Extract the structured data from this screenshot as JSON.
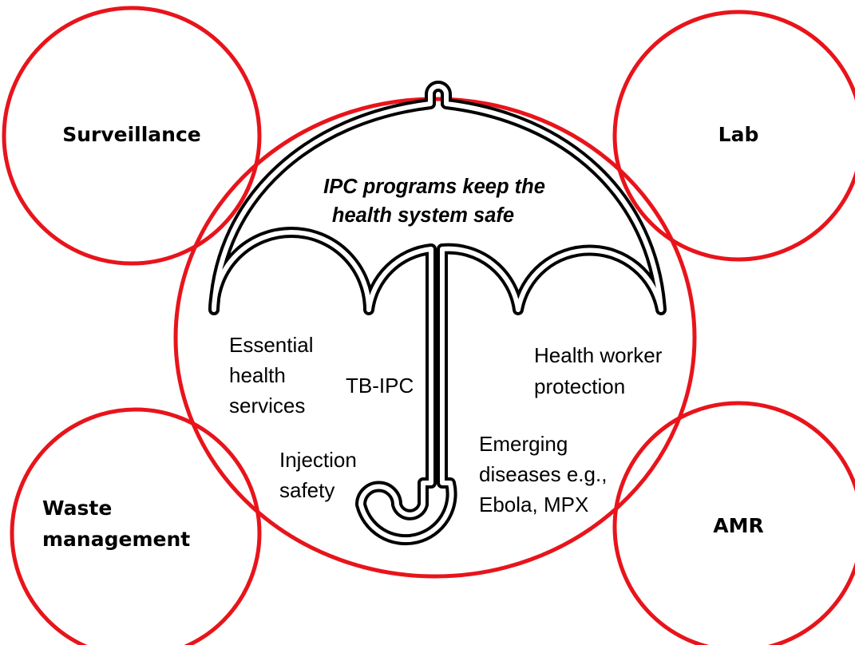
{
  "colors": {
    "circle_stroke": "#e8141b",
    "umbrella_outer": "#000000",
    "umbrella_inner": "#ffffff",
    "text": "#000000",
    "background": "#ffffff"
  },
  "umbrella": {
    "title_line1": "IPC programs keep the",
    "title_line2": "health system safe"
  },
  "satellites": {
    "surveillance": "Surveillance",
    "lab": "Lab",
    "waste_line1": "Waste",
    "waste_line2": "management",
    "amr": "AMR"
  },
  "items": {
    "essential_line1": "Essential",
    "essential_line2": "health",
    "essential_line3": "services",
    "tb_ipc": "TB-IPC",
    "health_worker_line1": "Health worker",
    "health_worker_line2": "protection",
    "injection_line1": "Injection",
    "injection_line2": "safety",
    "emerging_line1": "Emerging",
    "emerging_line2": "diseases e.g.,",
    "emerging_line3": "Ebola, MPX"
  }
}
